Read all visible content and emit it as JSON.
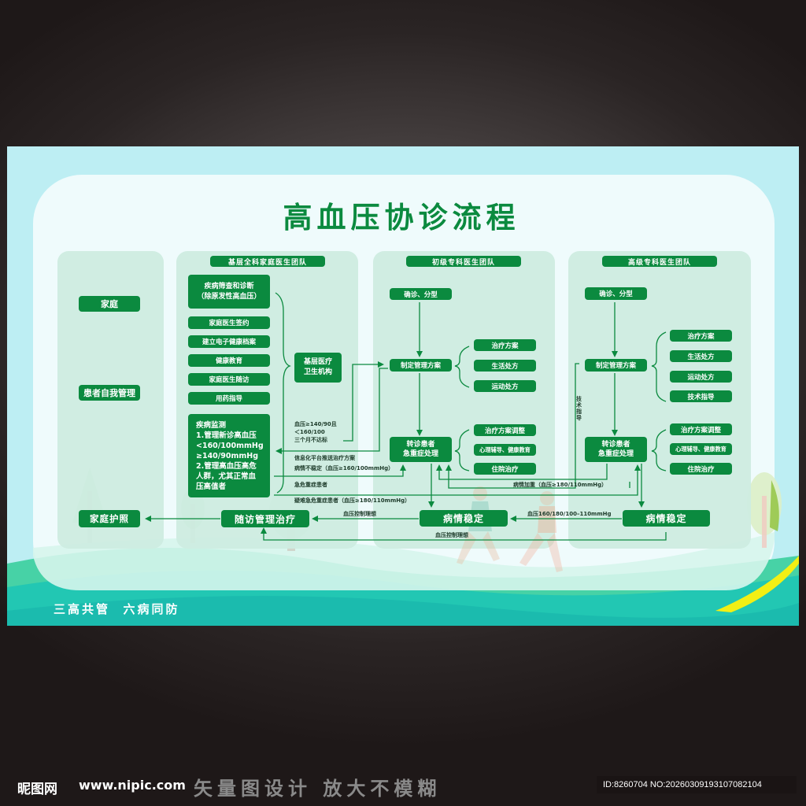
{
  "title": "高血压协诊流程",
  "slogan": "三高共管  六病同防",
  "colors": {
    "primary_green": "#0b8a3f",
    "panel": "#cdece0",
    "board_bg": "#bdeef3",
    "inner_bg": "#effbfc"
  },
  "columns": {
    "family": {
      "items": [
        "家庭",
        "患者自我管理"
      ],
      "passport": "家庭护照"
    },
    "primary": {
      "header": "基层全科家庭医生团队",
      "screening": "疾病筛查和诊断\n（除原发性高血压）",
      "items": [
        "家庭医生签约",
        "建立电子健康档案",
        "健康教育",
        "家庭医生随访",
        "用药指导"
      ],
      "institution": "基层医疗\n卫生机构",
      "monitoring": "疾病监测\n1.管理新诊高血压\n<160/100mmHg\n≥140/90mmHg\n2.管理高血压高危\n人群，尤其正常血\n压高值者",
      "followup": "随访管理治疗"
    },
    "junior": {
      "header": "初级专科医生团队",
      "diagnosis": "确诊、分型",
      "plan": "制定管理方案",
      "plan_items": [
        "治疗方案",
        "生活处方",
        "运动处方"
      ],
      "referral": "转诊患者\n急重症处理",
      "referral_items": [
        "治疗方案调整",
        "心理辅导、健康教育",
        "住院治疗"
      ],
      "stable": "病情稳定"
    },
    "senior": {
      "header": "高级专科医生团队",
      "diagnosis": "确诊、分型",
      "plan": "制定管理方案",
      "plan_items": [
        "治疗方案",
        "生活处方",
        "运动处方",
        "技术指导"
      ],
      "tech_guidance": "技术指导",
      "referral": "转诊患者\n急重症处理",
      "referral_items": [
        "治疗方案调整",
        "心理辅导、健康教育",
        "住院治疗"
      ],
      "stable": "病情稳定"
    }
  },
  "connector_labels": {
    "bp_not_reached": "血压≥140/90且\n＜160/100\n三个月不达标",
    "info_platform": "信息化平台推送治疗方案",
    "unstable": "病情不稳定（血压≥160/100mmHg）",
    "emergency": "急危重症患者",
    "difficult_emergency": "疑难急危重症患者（血压≥180/110mmHg）",
    "worsened": "病情加重（血压≥180/110mmHg）",
    "bp_controlled_1": "血压控制理想",
    "bp_range": "血压160/180/100–110mmHg",
    "bp_controlled_2": "血压控制理想"
  },
  "watermark": {
    "logo": "昵图网",
    "url": "www.nipic.com",
    "slogan": "矢量图设计 放大不模糊",
    "id": "ID:8260704 NO:20260309193107082104"
  }
}
